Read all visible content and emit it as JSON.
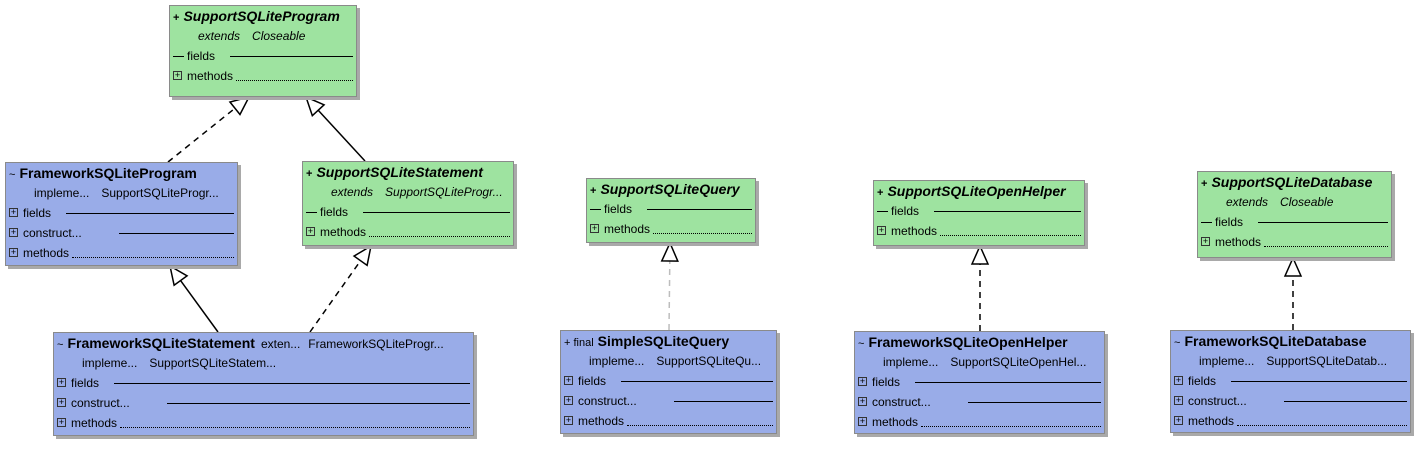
{
  "nodes": [
    {
      "id": "support-sqlite-program",
      "kind": "iface",
      "modifier": "+",
      "name": "SupportSQLiteProgram",
      "rows": [
        {
          "kw": "extends",
          "value": "Closeable"
        }
      ],
      "sections": [
        {
          "label": "fields",
          "toggle": false,
          "style": "solid"
        },
        {
          "label": "methods",
          "toggle": true,
          "style": "dot"
        }
      ]
    },
    {
      "id": "framework-sqlite-program",
      "kind": "cls",
      "modifier": "~",
      "name": "FrameworkSQLiteProgram",
      "rows": [
        {
          "kw": "impleme...",
          "value": "SupportSQLiteProgr..."
        }
      ],
      "sections": [
        {
          "label": "fields",
          "toggle": true,
          "style": "solid"
        },
        {
          "label": "construct...",
          "toggle": true,
          "style": "solid"
        },
        {
          "label": "methods",
          "toggle": true,
          "style": "dot"
        }
      ]
    },
    {
      "id": "support-sqlite-statement",
      "kind": "iface",
      "modifier": "+",
      "name": "SupportSQLiteStatement",
      "rows": [
        {
          "kw": "extends",
          "value": "SupportSQLiteProgr..."
        }
      ],
      "sections": [
        {
          "label": "fields",
          "toggle": false,
          "style": "solid"
        },
        {
          "label": "methods",
          "toggle": true,
          "style": "dot"
        }
      ]
    },
    {
      "id": "framework-sqlite-statement",
      "kind": "cls",
      "modifier": "~",
      "name": "FrameworkSQLiteStatement",
      "header_rel": {
        "kw": "exten...",
        "value": "FrameworkSQLiteProgr..."
      },
      "rows": [
        {
          "kw": "impleme...",
          "value": "SupportSQLiteStatem..."
        }
      ],
      "sections": [
        {
          "label": "fields",
          "toggle": true,
          "style": "solid"
        },
        {
          "label": "construct...",
          "toggle": true,
          "style": "solid"
        },
        {
          "label": "methods",
          "toggle": true,
          "style": "dot"
        }
      ]
    },
    {
      "id": "support-sqlite-query",
      "kind": "iface",
      "modifier": "+",
      "name": "SupportSQLiteQuery",
      "rows": [],
      "sections": [
        {
          "label": "fields",
          "toggle": false,
          "style": "solid"
        },
        {
          "label": "methods",
          "toggle": true,
          "style": "dot"
        }
      ]
    },
    {
      "id": "simple-sqlite-query",
      "kind": "cls",
      "modifier": "+ final",
      "name": "SimpleSQLiteQuery",
      "rows": [
        {
          "kw": "impleme...",
          "value": "SupportSQLiteQu..."
        }
      ],
      "sections": [
        {
          "label": "fields",
          "toggle": true,
          "style": "solid"
        },
        {
          "label": "construct...",
          "toggle": true,
          "style": "solid"
        },
        {
          "label": "methods",
          "toggle": true,
          "style": "dot"
        }
      ]
    },
    {
      "id": "support-sqlite-open-helper",
      "kind": "iface",
      "modifier": "+",
      "name": "SupportSQLiteOpenHelper",
      "rows": [],
      "sections": [
        {
          "label": "fields",
          "toggle": false,
          "style": "solid"
        },
        {
          "label": "methods",
          "toggle": true,
          "style": "dot"
        }
      ]
    },
    {
      "id": "framework-sqlite-open-helper",
      "kind": "cls",
      "modifier": "~",
      "name": "FrameworkSQLiteOpenHelper",
      "rows": [
        {
          "kw": "impleme...",
          "value": "SupportSQLiteOpenHel..."
        }
      ],
      "sections": [
        {
          "label": "fields",
          "toggle": true,
          "style": "solid"
        },
        {
          "label": "construct...",
          "toggle": true,
          "style": "solid"
        },
        {
          "label": "methods",
          "toggle": true,
          "style": "dot"
        }
      ]
    },
    {
      "id": "support-sqlite-database",
      "kind": "iface",
      "modifier": "+",
      "name": "SupportSQLiteDatabase",
      "rows": [
        {
          "kw": "extends",
          "value": "Closeable"
        }
      ],
      "sections": [
        {
          "label": "fields",
          "toggle": false,
          "style": "solid"
        },
        {
          "label": "methods",
          "toggle": true,
          "style": "dot"
        }
      ]
    },
    {
      "id": "framework-sqlite-database",
      "kind": "cls",
      "modifier": "~",
      "name": "FrameworkSQLiteDatabase",
      "rows": [
        {
          "kw": "impleme...",
          "value": "SupportSQLiteDatab..."
        }
      ],
      "sections": [
        {
          "label": "fields",
          "toggle": true,
          "style": "solid"
        },
        {
          "label": "construct...",
          "toggle": true,
          "style": "solid"
        },
        {
          "label": "methods",
          "toggle": true,
          "style": "dot"
        }
      ]
    }
  ],
  "edges": [
    {
      "from": "framework-sqlite-program",
      "to": "support-sqlite-program",
      "style": "dashed"
    },
    {
      "from": "support-sqlite-statement",
      "to": "support-sqlite-program",
      "style": "solid"
    },
    {
      "from": "framework-sqlite-statement",
      "to": "framework-sqlite-program",
      "style": "solid"
    },
    {
      "from": "framework-sqlite-statement",
      "to": "support-sqlite-statement",
      "style": "dashed"
    },
    {
      "from": "simple-sqlite-query",
      "to": "support-sqlite-query",
      "style": "dashed-light"
    },
    {
      "from": "framework-sqlite-open-helper",
      "to": "support-sqlite-open-helper",
      "style": "dashed"
    },
    {
      "from": "framework-sqlite-database",
      "to": "support-sqlite-database",
      "style": "dashed"
    }
  ]
}
